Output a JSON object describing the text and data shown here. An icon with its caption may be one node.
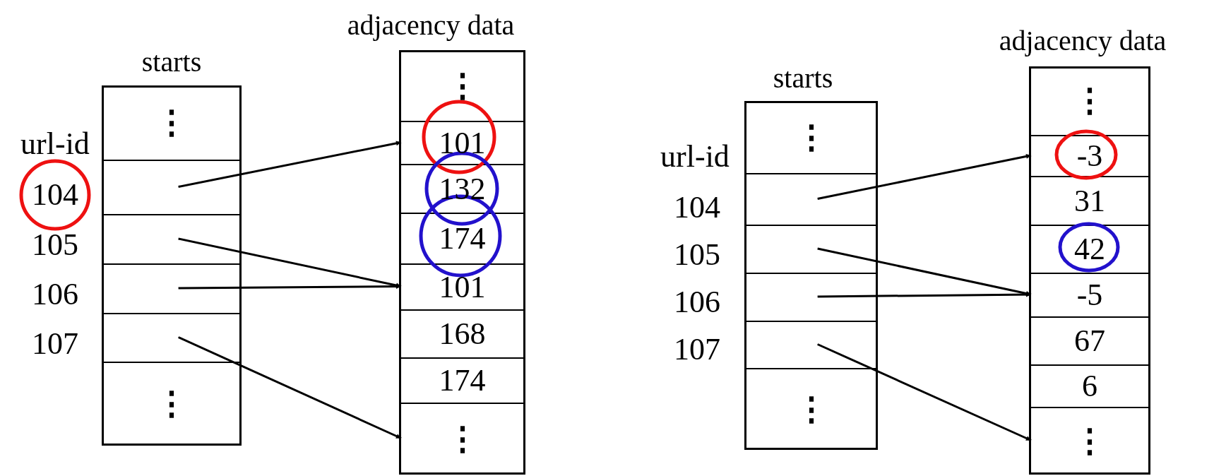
{
  "diagram": {
    "nodes": [
      {
        "text": [
          "starts"
        ]
      },
      {
        "text": [
          "⋮"
        ],
        "in": 0
      },
      {
        "text": [],
        "shape": "box",
        "in": 0
      },
      {
        "text": [],
        "shape": "box",
        "in": 0
      },
      {
        "text": [],
        "shape": "box",
        "in": 0
      },
      {
        "text": [],
        "shape": "box",
        "in": 0
      },
      {
        "text": [
          "⋮"
        ],
        "in": 0
      },
      {
        "text": [
          "adjacency data"
        ]
      },
      {
        "text": [
          "⋮"
        ],
        "in": 7
      },
      {
        "text": [
          "101"
        ],
        "in": 7
      },
      {
        "text": [
          "132"
        ],
        "in": 7
      },
      {
        "text": [
          "174"
        ],
        "in": 7
      },
      {
        "text": [
          "101"
        ],
        "in": 7
      },
      {
        "text": [
          "168"
        ],
        "in": 7
      },
      {
        "text": [
          "174"
        ],
        "in": 7
      },
      {
        "text": [
          "⋮"
        ],
        "in": 7
      },
      {
        "text": [
          "starts"
        ]
      },
      {
        "text": [
          "⋮"
        ],
        "in": 16
      },
      {
        "text": [],
        "shape": "box",
        "in": 16
      },
      {
        "text": [],
        "shape": "box",
        "in": 16
      },
      {
        "text": [],
        "shape": "box",
        "in": 16
      },
      {
        "text": [],
        "shape": "box",
        "in": 16
      },
      {
        "text": [
          "⋮"
        ],
        "in": 16
      },
      {
        "text": [
          "adjacency data"
        ]
      },
      {
        "text": [
          "⋮"
        ],
        "in": 23
      },
      {
        "text": [
          "-3"
        ],
        "in": 23
      },
      {
        "text": [
          "31"
        ],
        "in": 23
      },
      {
        "text": [
          "42"
        ],
        "in": 23
      },
      {
        "text": [
          "-5"
        ],
        "in": 23
      },
      {
        "text": [
          "67"
        ],
        "in": 23
      },
      {
        "text": [
          "6"
        ],
        "in": 23
      },
      {
        "text": [
          "⋮"
        ],
        "in": 23
      }
    ],
    "edges": [
      {
        "from": 2,
        "to": 9,
        "arrow": "to"
      },
      {
        "from": 3,
        "to": 12,
        "arrow": "to"
      },
      {
        "from": 4,
        "to": 12,
        "arrow": "to"
      },
      {
        "from": 5,
        "to": 15,
        "arrow": "to"
      },
      {
        "from": 18,
        "to": 25,
        "arrow": "to"
      },
      {
        "from": 19,
        "to": 28,
        "arrow": "to"
      },
      {
        "from": 20,
        "to": 28,
        "arrow": "to"
      },
      {
        "from": 21,
        "to": 31,
        "arrow": "to"
      }
    ],
    "labels": [
      "url-id",
      "104",
      "105",
      "106",
      "107",
      "url-id",
      "104",
      "105",
      "106",
      "107"
    ]
  }
}
